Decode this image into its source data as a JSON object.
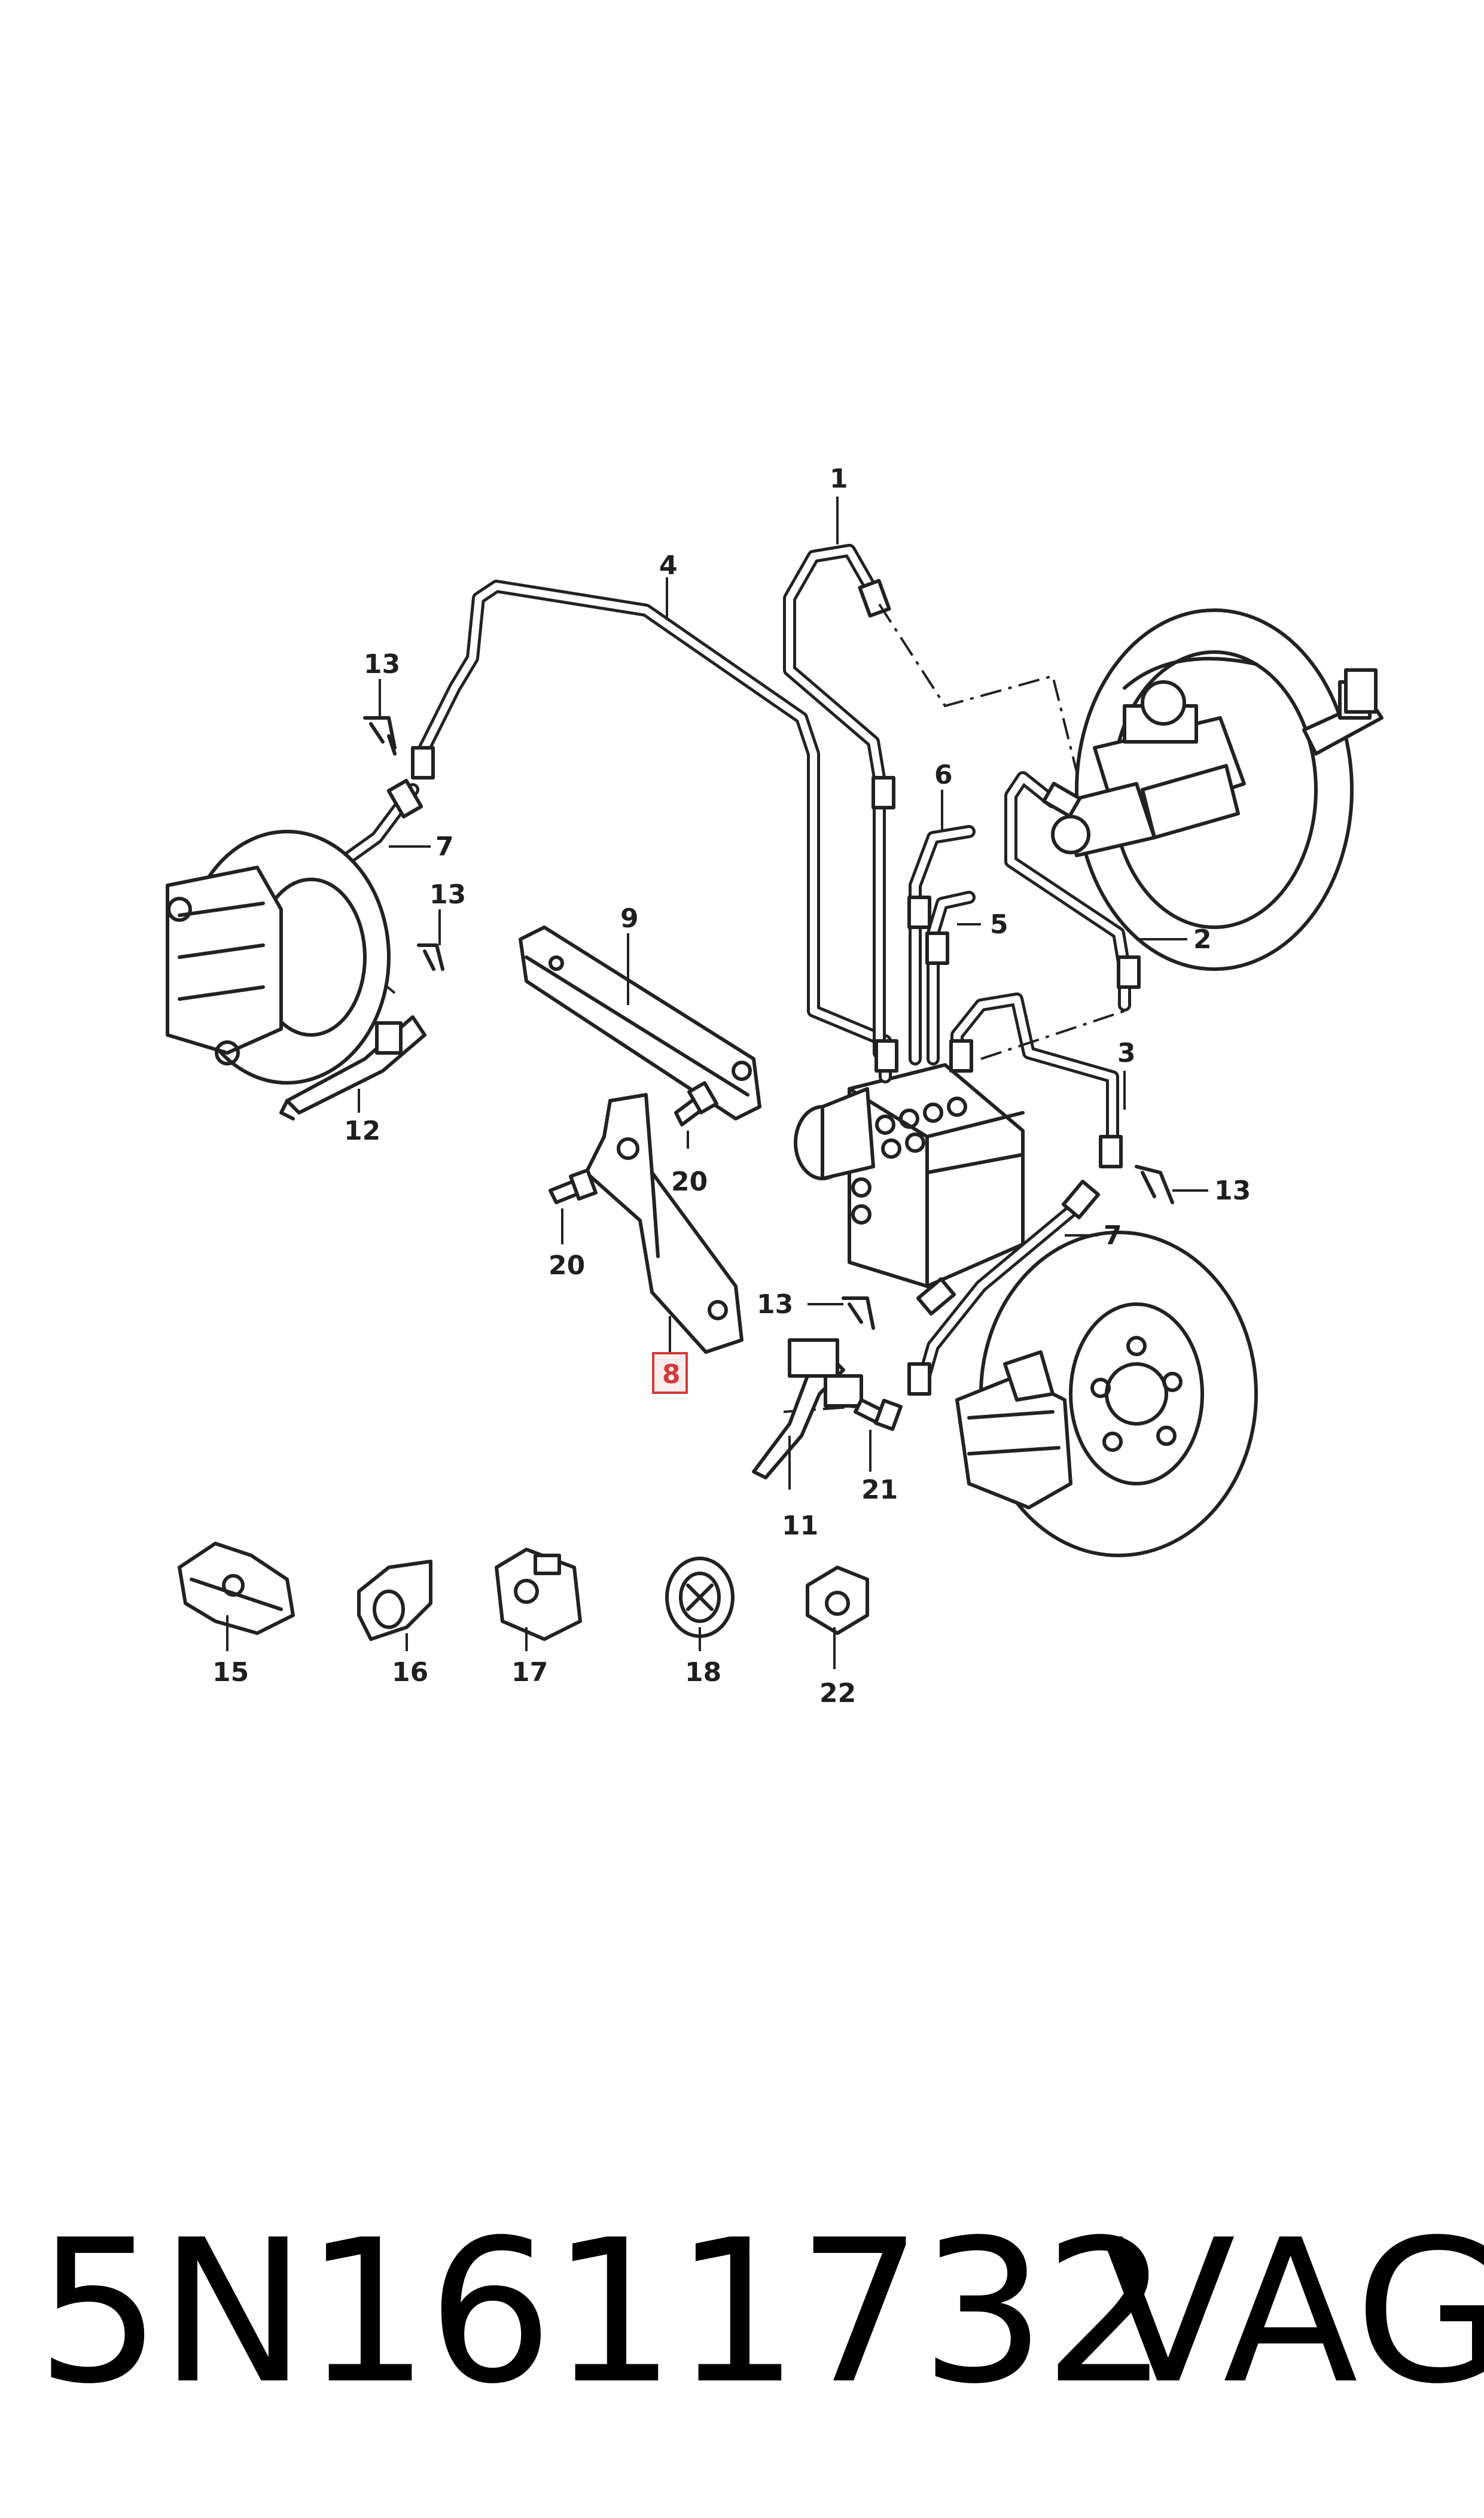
{
  "diagram": {
    "callouts": {
      "c1": "1",
      "c2": "2",
      "c3": "3",
      "c4": "4",
      "c5": "5",
      "c6": "6",
      "c7_left": "7",
      "c7_right": "7",
      "c8": "8",
      "c9": "9",
      "c11": "11",
      "c12": "12",
      "c13_top_left": "13",
      "c13_mid_left": "13",
      "c13_right": "13",
      "c13_center": "13",
      "c15": "15",
      "c16": "16",
      "c17": "17",
      "c18": "18",
      "c20_left": "20",
      "c20_center": "20",
      "c21": "21",
      "c22": "22"
    },
    "highlighted_callout": "8",
    "highlight_color": "#d23a3a"
  },
  "footer": {
    "part_number": "5N1611732",
    "brand": "VAG"
  }
}
